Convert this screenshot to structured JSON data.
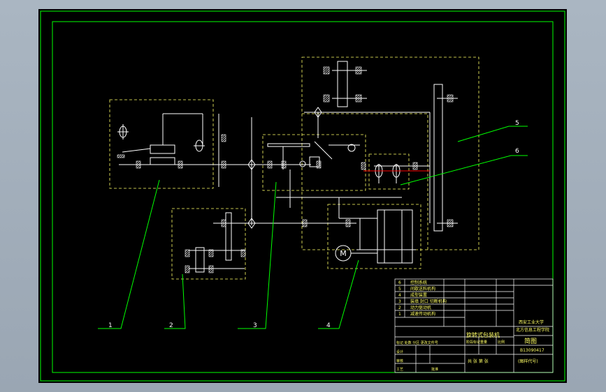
{
  "drawing": {
    "colors": {
      "background": "#000000",
      "border": "#00ff00",
      "linework": "#ffffff",
      "dashed_boundary": "#ffff66",
      "leader": "#00ff00",
      "highlight": "#ff0000",
      "window_bg": "#a8b4c0"
    },
    "callouts": [
      "1",
      "2",
      "3",
      "4",
      "5",
      "6"
    ],
    "motor_symbol": "M",
    "title_block": {
      "machine_name": "旋转式包装机",
      "university_line1": "西安工业大学",
      "university_line2": "北方信息工程学院",
      "drawing_type": "简图",
      "drawing_number": "B13090417",
      "footer_left": "共 张 第 张",
      "footer_right": "(图样代号)",
      "parts_list": [
        "控制系统",
        "间歇送料机构",
        "成型装置",
        "装填 封口 切断机构",
        "动力驱动机",
        "减速传动机构"
      ],
      "row_numbers": [
        "6",
        "5",
        "4",
        "3",
        "2",
        "1"
      ],
      "sign_labels": [
        "标记 处数 分区 更改文件号",
        "设计",
        "审核",
        "工艺",
        "批准"
      ],
      "stage_labels": [
        "阶段标记",
        "重量",
        "比例"
      ]
    }
  }
}
